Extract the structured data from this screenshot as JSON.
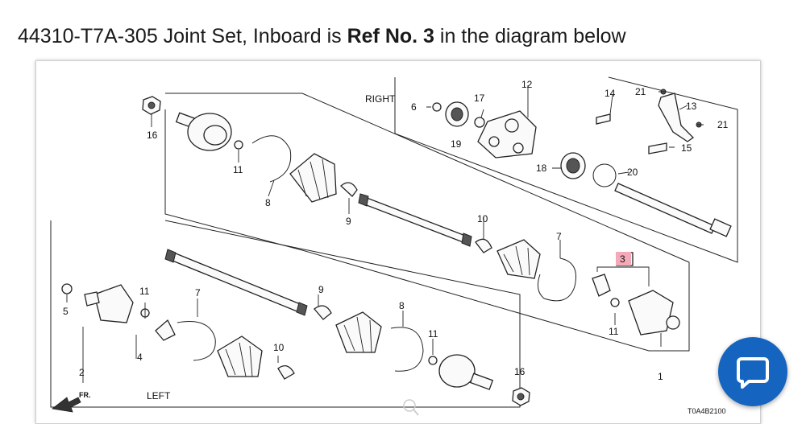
{
  "heading": {
    "prefix": "44310-T7A-305 Joint Set, Inboard is ",
    "emphasis": "Ref No. 3",
    "suffix": " in the diagram below"
  },
  "diagram": {
    "side_right": "RIGHT",
    "side_left": "LEFT",
    "front_marker": "FR.",
    "drawing_code": "T0A4B2100",
    "highlight_color": "#f4a9b8",
    "callouts": {
      "c1": "1",
      "c2": "2",
      "c3": "3",
      "c4": "4",
      "c5": "5",
      "c6": "6",
      "c7a": "7",
      "c7b": "7",
      "c8a": "8",
      "c8b": "8",
      "c9a": "9",
      "c9b": "9",
      "c10a": "10",
      "c10b": "10",
      "c11a": "11",
      "c11b": "11",
      "c11c": "11",
      "c11d": "11",
      "c12": "12",
      "c13": "13",
      "c14": "14",
      "c15": "15",
      "c16a": "16",
      "c16b": "16",
      "c17": "17",
      "c18": "18",
      "c19": "19",
      "c20": "20",
      "c21a": "21",
      "c21b": "21"
    }
  },
  "chat": {
    "icon": "chat-bubble-icon",
    "color": "#1565c0"
  }
}
